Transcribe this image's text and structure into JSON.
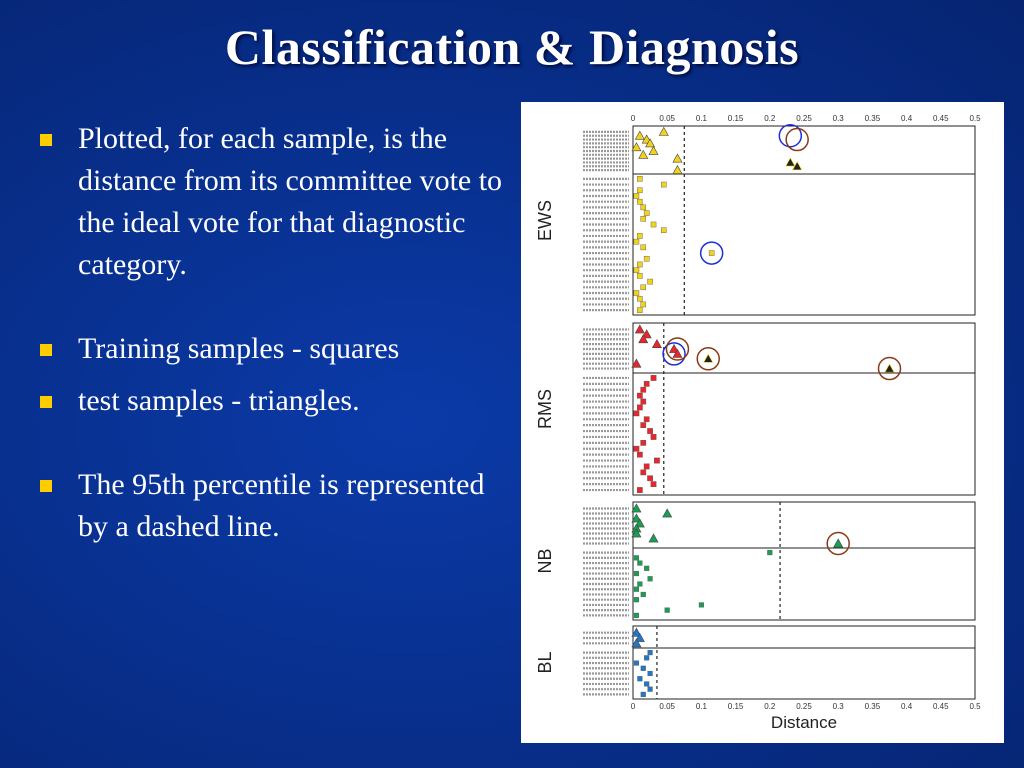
{
  "slide": {
    "title": "Classification & Diagnosis",
    "bullets": [
      "Plotted, for each sample, is the distance from its committee vote to the ideal vote for that diagnostic category.",
      "Training samples - squares",
      "test samples - triangles.",
      "The 95th percentile is represented by a dashed line."
    ],
    "accent_color": "#ffcc00",
    "background_color": "#08308f"
  },
  "chart_data": {
    "type": "scatter",
    "xlabel": "Distance",
    "xlim": [
      0,
      0.5
    ],
    "xticks": [
      "0",
      "0.05",
      "0.1",
      "0.15",
      "0.2",
      "0.25",
      "0.3",
      "0.35",
      "0.4",
      "0.45",
      "0.5"
    ],
    "panels": [
      {
        "name": "EWS",
        "color": "#f2d21c",
        "percentile95": 0.075,
        "test": [
          0.045,
          0.01,
          0.02,
          0.025,
          0.005,
          0.03,
          0.015,
          0.065,
          0.23,
          0.24,
          0.065
        ],
        "train": [
          0.01,
          0.045,
          0.01,
          0.005,
          0.01,
          0.015,
          0.02,
          0.015,
          0.03,
          0.045,
          0.01,
          0.005,
          0.015,
          0.115,
          0.02,
          0.01,
          0.005,
          0.01,
          0.025,
          0.015,
          0.005,
          0.01,
          0.015,
          0.01
        ],
        "circled_blue": [
          [
            0.23,
            1
          ],
          [
            0.115,
            13
          ]
        ],
        "circled_brown": [
          [
            0.24,
            2
          ]
        ]
      },
      {
        "name": "RMS",
        "color": "#e8262b",
        "percentile95": 0.045,
        "test": [
          0.01,
          0.02,
          0.015,
          0.035,
          0.06,
          0.065,
          0.11,
          0.005,
          0.375
        ],
        "train": [
          0.03,
          0.02,
          0.015,
          0.01,
          0.015,
          0.01,
          0.005,
          0.02,
          0.015,
          0.025,
          0.03,
          0.015,
          0.005,
          0.01,
          0.035,
          0.02,
          0.015,
          0.025,
          0.03,
          0.01
        ],
        "circled_blue": [
          [
            0.06,
            5
          ]
        ],
        "circled_brown": [
          [
            0.065,
            4
          ],
          [
            0.11,
            6
          ],
          [
            0.375,
            8
          ]
        ]
      },
      {
        "name": "NB",
        "color": "#1a9e54",
        "percentile95": 0.215,
        "test": [
          0.005,
          0.05,
          0.005,
          0.01,
          0.005,
          0.005,
          0.03,
          0.3
        ],
        "train": [
          0.2,
          0.005,
          0.01,
          0.02,
          0.005,
          0.025,
          0.01,
          0.005,
          0.015,
          0.005,
          0.1,
          0.05,
          0.005
        ],
        "circled_blue": [],
        "circled_brown": [
          [
            0.3,
            7
          ]
        ]
      },
      {
        "name": "BL",
        "color": "#2277c8",
        "percentile95": 0.035,
        "test": [
          0.005,
          0.01,
          0.005
        ],
        "train": [
          0.025,
          0.02,
          0.005,
          0.015,
          0.025,
          0.01,
          0.02,
          0.025,
          0.015
        ],
        "circled_blue": [],
        "circled_brown": []
      }
    ],
    "circle_colors": {
      "blue": "#1f2fd6",
      "brown": "#8a3a14"
    }
  }
}
